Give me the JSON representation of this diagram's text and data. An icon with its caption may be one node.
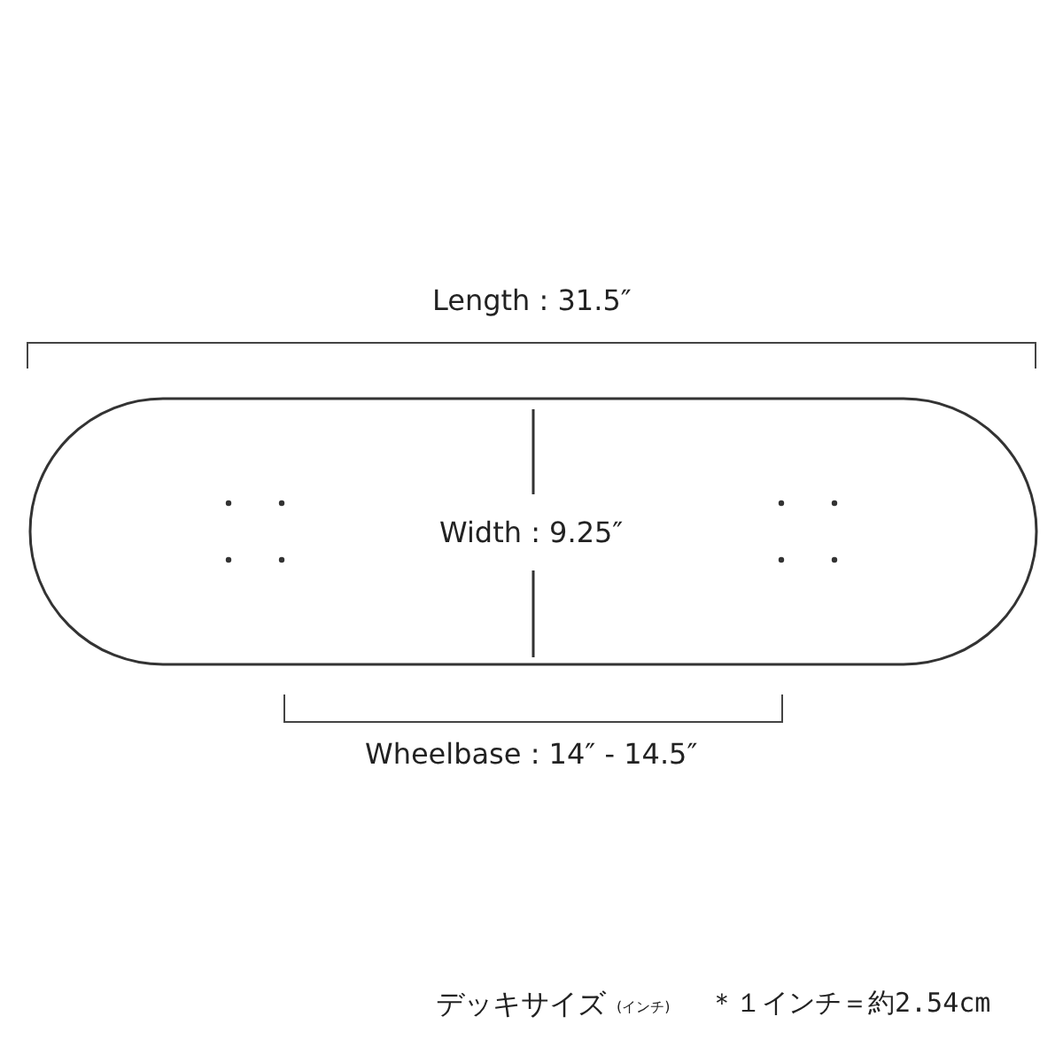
{
  "diagram": {
    "labels": [
      "Length : 31.5″",
      "Width : 9.25″",
      "Wheelbase : 14″ - 14.5″",
      "デッキサイズ",
      "(インチ)",
      "＊１インチ＝約2.54cm"
    ]
  }
}
